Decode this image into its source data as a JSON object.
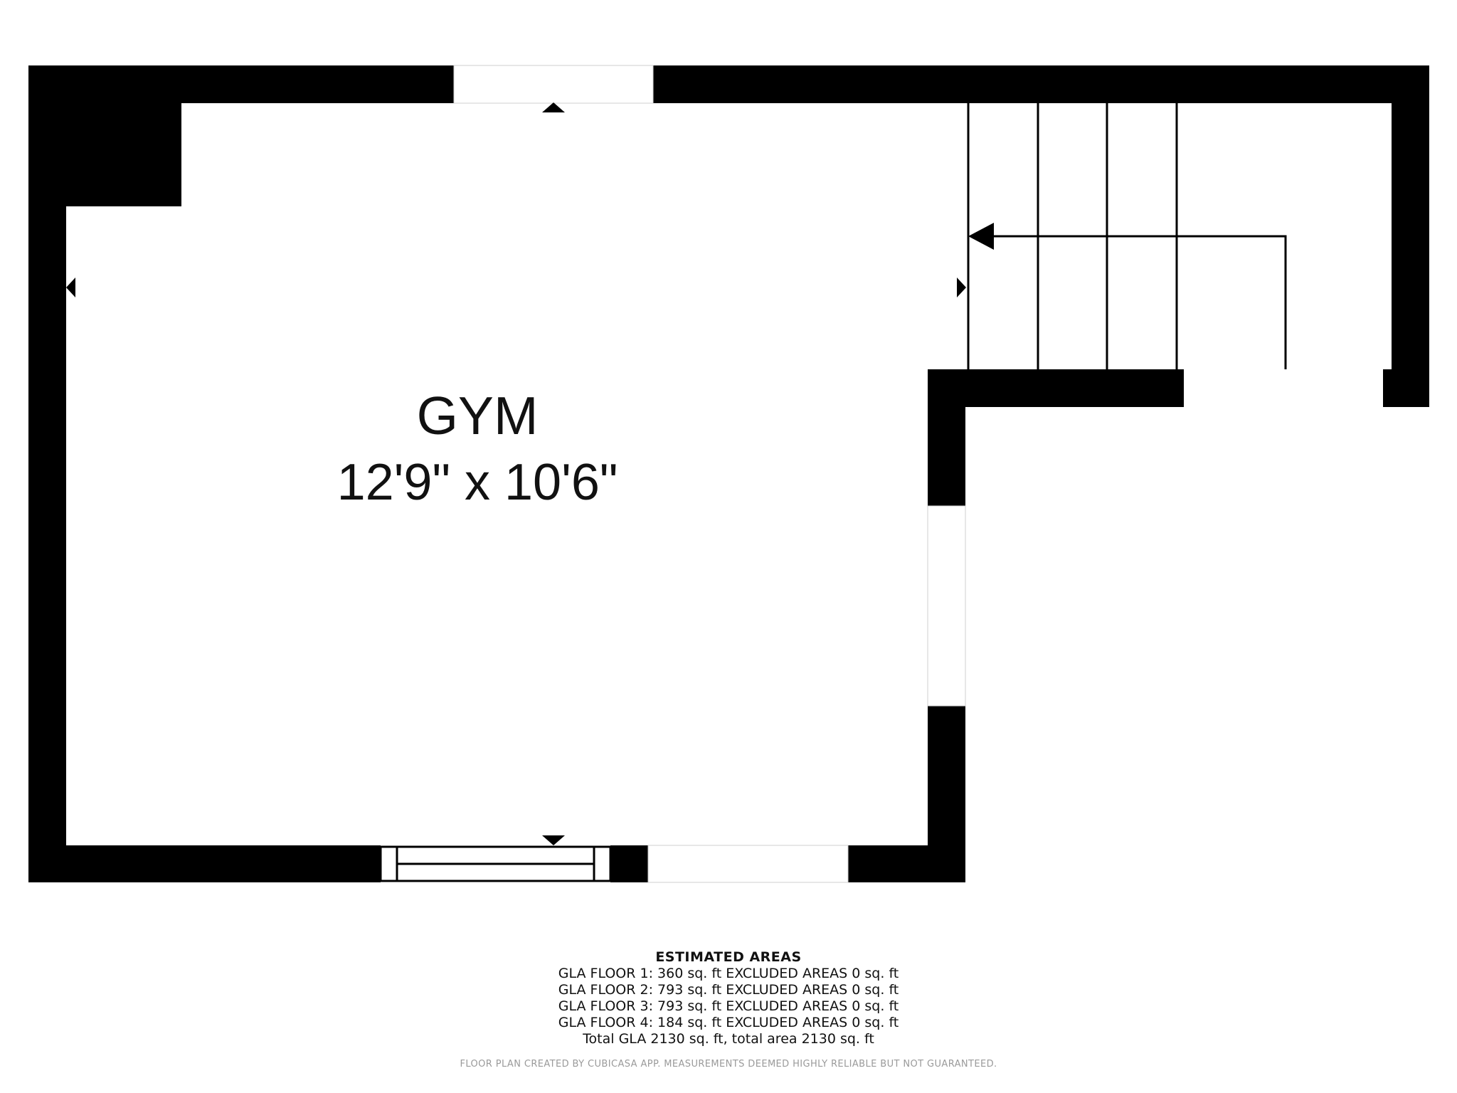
{
  "room": {
    "name": "GYM",
    "dimensions": "12'9\" x 10'6\""
  },
  "areas": {
    "heading": "ESTIMATED AREAS",
    "lines": [
      "GLA FLOOR 1: 360 sq. ft EXCLUDED AREAS 0 sq. ft",
      "GLA FLOOR 2: 793 sq. ft EXCLUDED AREAS 0 sq. ft",
      "GLA FLOOR 3: 793 sq. ft EXCLUDED AREAS 0 sq. ft",
      "GLA FLOOR 4: 184 sq. ft EXCLUDED AREAS 0 sq. ft",
      "Total GLA 2130 sq. ft, total area 2130 sq. ft"
    ]
  },
  "footer": "FLOOR PLAN CREATED BY CUBICASA APP. MEASUREMENTS DEEMED HIGHLY RELIABLE BUT NOT GUARANTEED.",
  "colors": {
    "wall": "#000000",
    "background": "#ffffff",
    "footer_text": "#9a9a9a"
  }
}
